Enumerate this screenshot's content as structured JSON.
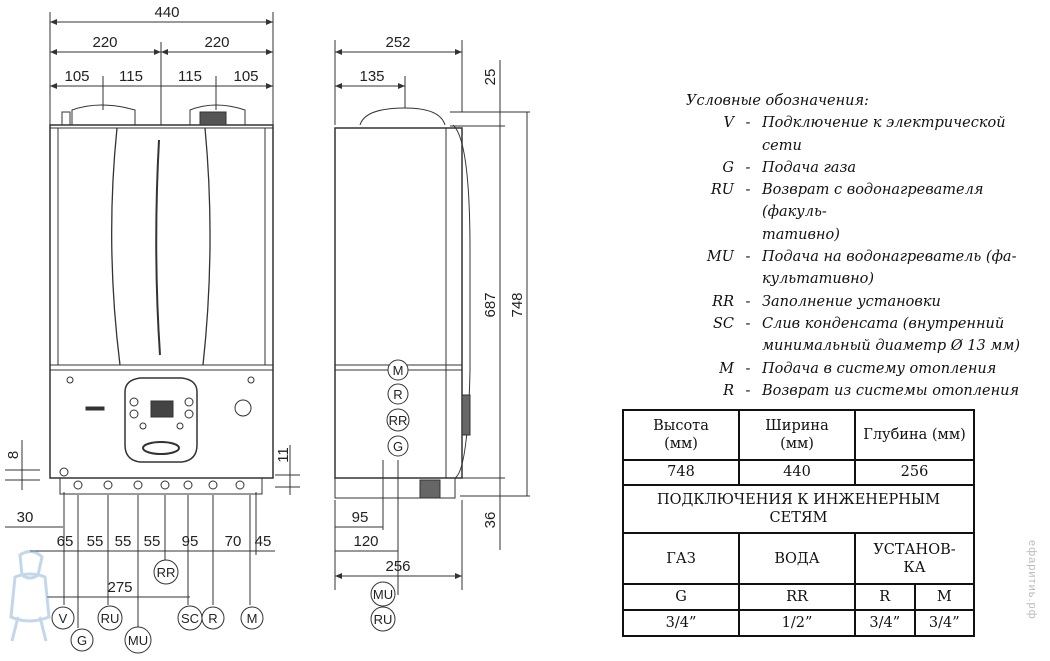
{
  "front_view": {
    "dims_top": [
      "440",
      "220",
      "220",
      "105",
      "115",
      "115",
      "105"
    ],
    "dims_left": [
      "8",
      "30"
    ],
    "dims_right": [
      "11"
    ],
    "dims_bottom": [
      "65",
      "55",
      "55",
      "55",
      "95",
      "70",
      "45"
    ],
    "dim_275": "275",
    "connectors": [
      "V",
      "G",
      "RU",
      "MU",
      "RR",
      "SC",
      "R",
      "M"
    ]
  },
  "side_view": {
    "dims": [
      "252",
      "135",
      "25",
      "687",
      "748",
      "36",
      "95",
      "120",
      "256"
    ],
    "connectors_stack": [
      "M",
      "R",
      "RR",
      "G"
    ],
    "connectors_bottom": [
      "MU",
      "RU"
    ]
  },
  "legend": {
    "title": "Условные обозначения:",
    "items": [
      {
        "code": "V",
        "text": "Подключение к электрической сети"
      },
      {
        "code": "G",
        "text": "Подача газа"
      },
      {
        "code": "RU",
        "text": "Возврат с водонагревателя (факуль-\nтативно)"
      },
      {
        "code": "MU",
        "text": "Подача на водонагреватель (фа-\nкультативно)"
      },
      {
        "code": "RR",
        "text": "Заполнение установки"
      },
      {
        "code": "SC",
        "text": "Слив конденсата (внутренний\nминимальный диаметр Ø 13 мм)"
      },
      {
        "code": "M",
        "text": "Подача в систему отопления"
      },
      {
        "code": "R",
        "text": "Возврат из системы отопления"
      }
    ]
  },
  "spec_table": {
    "h_height": "Высота\n(мм)",
    "h_width": "Ширина\n(мм)",
    "h_depth": "Глубина (мм)",
    "v_height": "748",
    "v_width": "440",
    "v_depth": "256",
    "connections_title": "ПОДКЛЮЧЕНИЯ К ИНЖЕНЕРНЫМ\nСЕТЯМ",
    "h_gas": "ГАЗ",
    "h_water": "ВОДА",
    "h_install": "УСТАНОВ-\nКА",
    "c_g": "G",
    "c_rr": "RR",
    "c_r": "R",
    "c_m": "M",
    "s_g": "3/4”",
    "s_rr": "1/2”",
    "s_r": "3/4”",
    "s_m": "3/4”"
  },
  "watermark": "ефаритиь.рф"
}
